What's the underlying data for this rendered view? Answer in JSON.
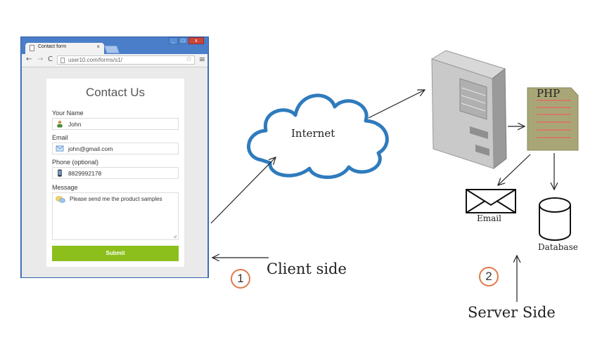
{
  "browser": {
    "tab_title": "Contact form",
    "tab_close": "×",
    "address": "user10.com/forms/s1/",
    "window_buttons": [
      "_",
      "□",
      "x"
    ],
    "nav_icons": [
      "back-icon",
      "forward-icon",
      "reload-icon",
      "star-icon",
      "menu-icon"
    ]
  },
  "form": {
    "title": "Contact Us",
    "name_label": "Your Name",
    "name_value": "John",
    "email_label": "Email",
    "email_value": "john@gmail.com",
    "phone_label": "Phone (optional)",
    "phone_value": "8829992178",
    "message_label": "Message",
    "message_value": "Please send me the product samples",
    "submit_label": "Submit",
    "submit_color": "#8cbf1c"
  },
  "diagram": {
    "internet_label": "Internet",
    "php_label": "PHP",
    "email_label": "Email",
    "database_label": "Database",
    "client_side_label": "Client side",
    "server_side_label": "Server Side",
    "step1": "1",
    "step2": "2",
    "cloud_color": "#2f7bbd",
    "php_color": "#a8a677",
    "circle_color": "#e07a4a"
  }
}
